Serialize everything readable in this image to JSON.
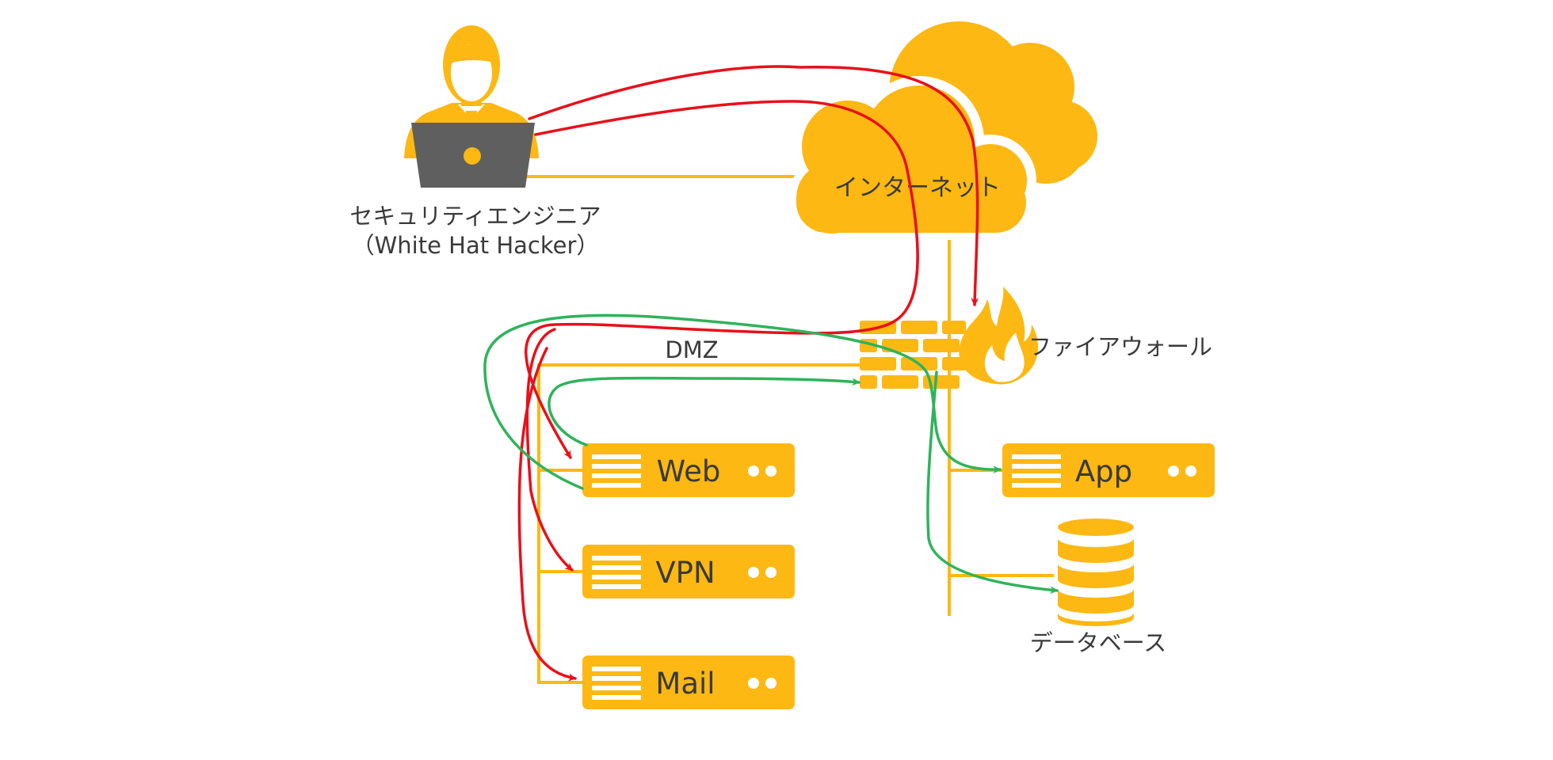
{
  "labels": {
    "engineer_line1": "セキュリティエンジニア",
    "engineer_line2": "（White Hat Hacker）",
    "internet": "インターネット",
    "firewall": "ファイアウォール",
    "dmz": "DMZ",
    "database": "データベース"
  },
  "servers": {
    "web": "Web",
    "vpn": "VPN",
    "mail": "Mail",
    "app": "App"
  },
  "colors": {
    "accent": "#FDB813",
    "laptop": "#5F5F5F",
    "attack_arrow": "#E8101A",
    "legit_arrow": "#2EB35A",
    "text": "#3A3A3A"
  },
  "icons": [
    "person-icon",
    "laptop-icon",
    "cloud-icon",
    "firewall-icon",
    "flame-icon",
    "server-icon",
    "database-icon"
  ]
}
